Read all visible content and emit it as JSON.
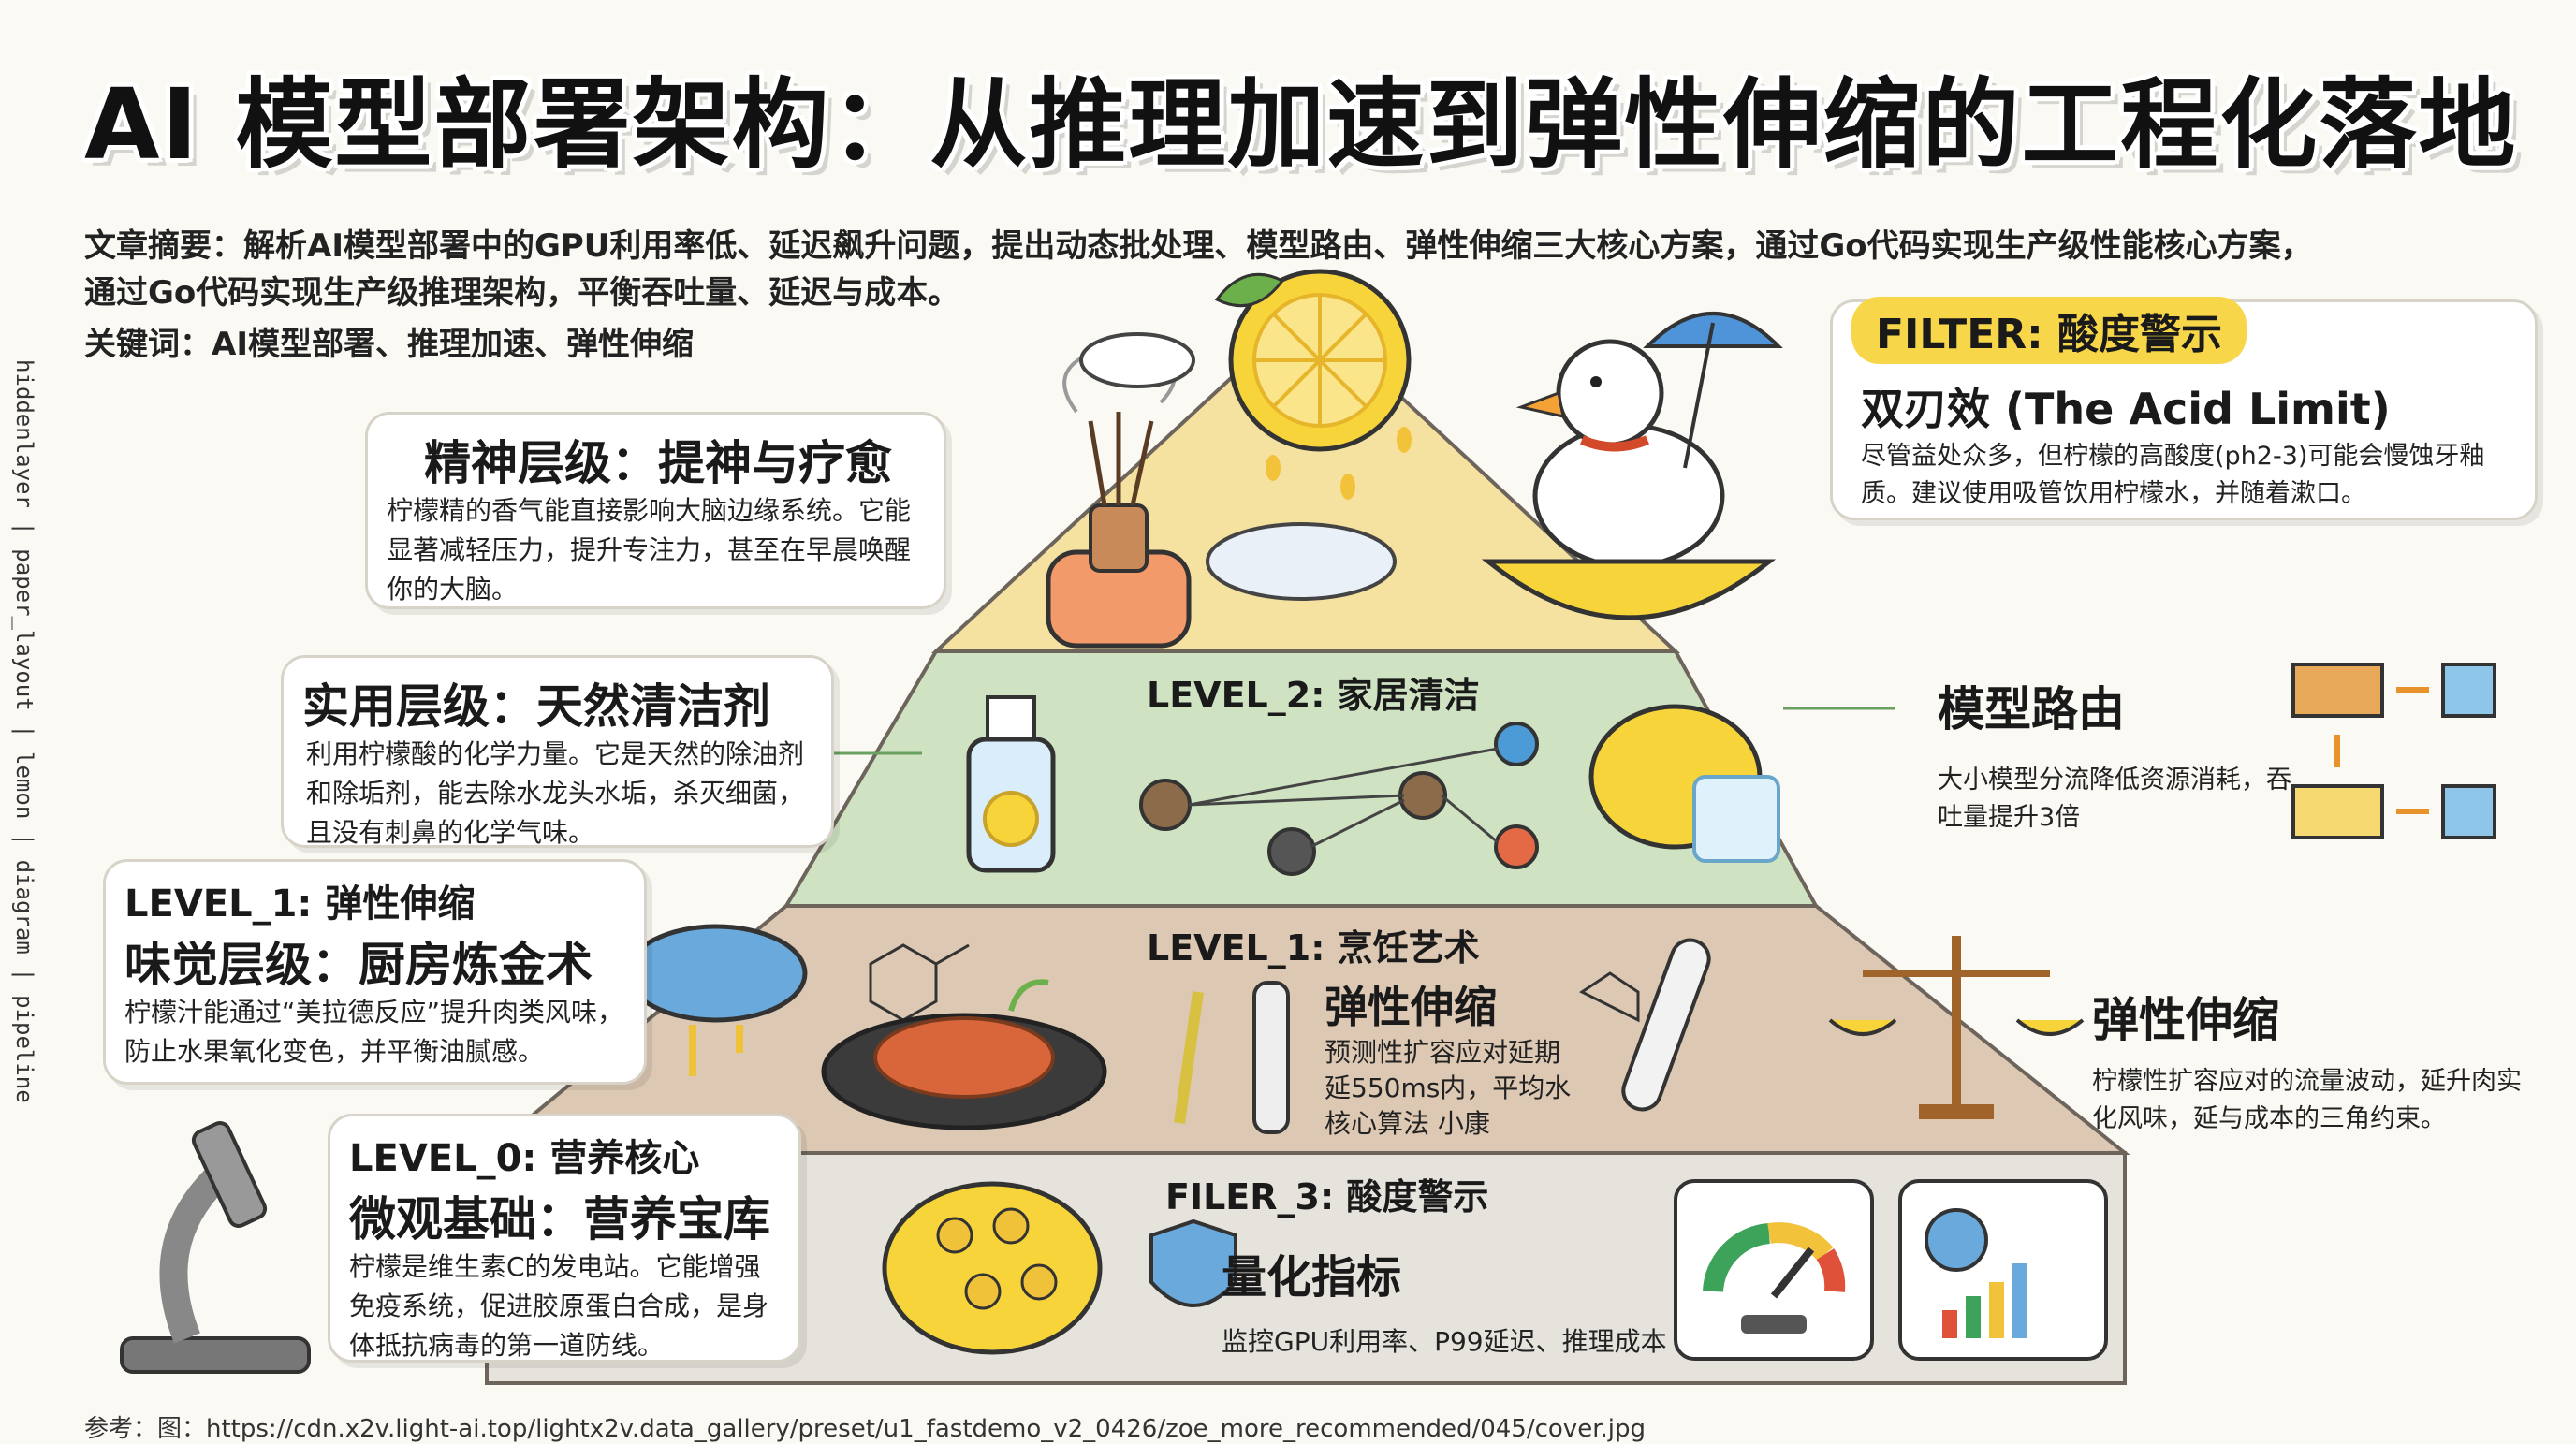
{
  "header": {
    "title": "AI 模型部署架构：从推理加速到弹性伸缩的工程化落地",
    "abstract_line1": "文章摘要：解析AI模型部署中的GPU利用率低、延迟飙升问题，提出动态批处理、模型路由、弹性伸缩三大核心方案，通过Go代码实现生产级性能核心方案，",
    "abstract_line2": "通过Go代码实现生产级推理架构，平衡吞吐量、延迟与成本。",
    "keywords": "关键词：AI模型部署、推理加速、弹性伸缩"
  },
  "side_vertical_text": "hiddenlayer | paper_layout | lemon | diagram | pipeline",
  "pyramid": {
    "colors": {
      "top": "#f5e2a0",
      "level2": "#cfe3c3",
      "level1": "#dcc8b3",
      "base": "#e6e2dc"
    },
    "level2_label": "LEVEL_2: 家居清洁",
    "level1_label": "LEVEL_1: 烹饪艺术",
    "base_label": "FILER_3: 酸度警示",
    "elastic_title": "弹性伸缩",
    "elastic_body_line1": "预测性扩容应对延期",
    "elastic_body_line2": "延550ms内，平均水",
    "elastic_body_line3": "核心算法 小康",
    "metrics_title": "量化指标",
    "metrics_body": "监控GPU利用率、P99延迟、推理成本"
  },
  "left_cards": [
    {
      "title": "精神层级：提神与疗愈",
      "body": "柠檬精的香气能直接影响大脑边缘系统。它能显著减轻压力，提升专注力，甚至在早晨唤醒你的大脑。"
    },
    {
      "title": "实用层级：天然清洁剂",
      "body": "利用柠檬酸的化学力量。它是天然的除油剂和除垢剂，能去除水龙头水垢，杀灭细菌，且没有刺鼻的化学气味。"
    },
    {
      "level": "LEVEL_1: 弹性伸缩",
      "title": "味觉层级：厨房炼金术",
      "body": "柠檬汁能通过“美拉德反应”提升肉类风味，防止水果氧化变色，并平衡油腻感。"
    },
    {
      "level": "LEVEL_0: 营养核心",
      "title": "微观基础：营养宝库",
      "body": "柠檬是维生素C的发电站。它能增强免疫系统，促进胶原蛋白合成，是身体抵抗病毒的第一道防线。"
    }
  ],
  "right_panels": {
    "filter_badge": "FILTER: 酸度警示",
    "filter_title": "双刃效 (The Acid Limit)",
    "filter_body": "尽管益处众多，但柠檬的高酸度(ph2-3)可能会慢蚀牙釉质。建议使用吸管饮用柠檬水，并随着漱口。",
    "routing_title": "模型路由",
    "routing_body": "大小模型分流降低资源消耗，吞吐量提升3倍",
    "scaling_title": "弹性伸缩",
    "scaling_body": "柠檬性扩容应对的流量波动，延升肉实化风味，延与成本的三角约束。"
  },
  "footer": {
    "reference": "参考：图：https://cdn.x2v.light-ai.top/lightx2v.data_gallery/preset/u1_fastdemo_v2_0426/zoe_more_recommended/045/cover.jpg"
  }
}
